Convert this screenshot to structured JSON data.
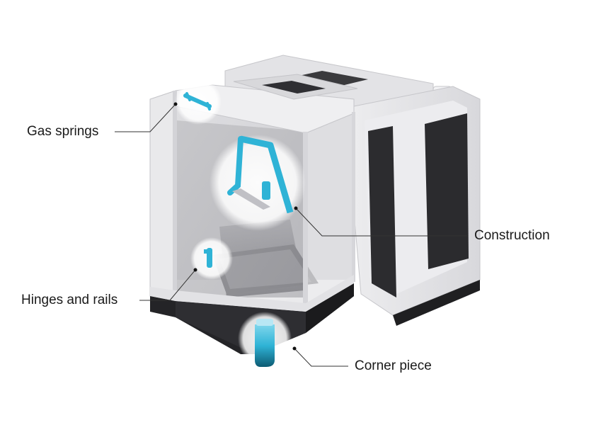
{
  "callouts": [
    {
      "id": "gas-springs",
      "label": "Gas springs"
    },
    {
      "id": "hinges-and-rails",
      "label": "Hinges and rails"
    },
    {
      "id": "construction",
      "label": "Construction"
    },
    {
      "id": "corner-piece",
      "label": "Corner piece"
    }
  ],
  "colors": {
    "accent": "#2fb3d6",
    "frame": "#e6e6e8",
    "dark_panel": "#2a2a2c",
    "line": "#333333"
  }
}
